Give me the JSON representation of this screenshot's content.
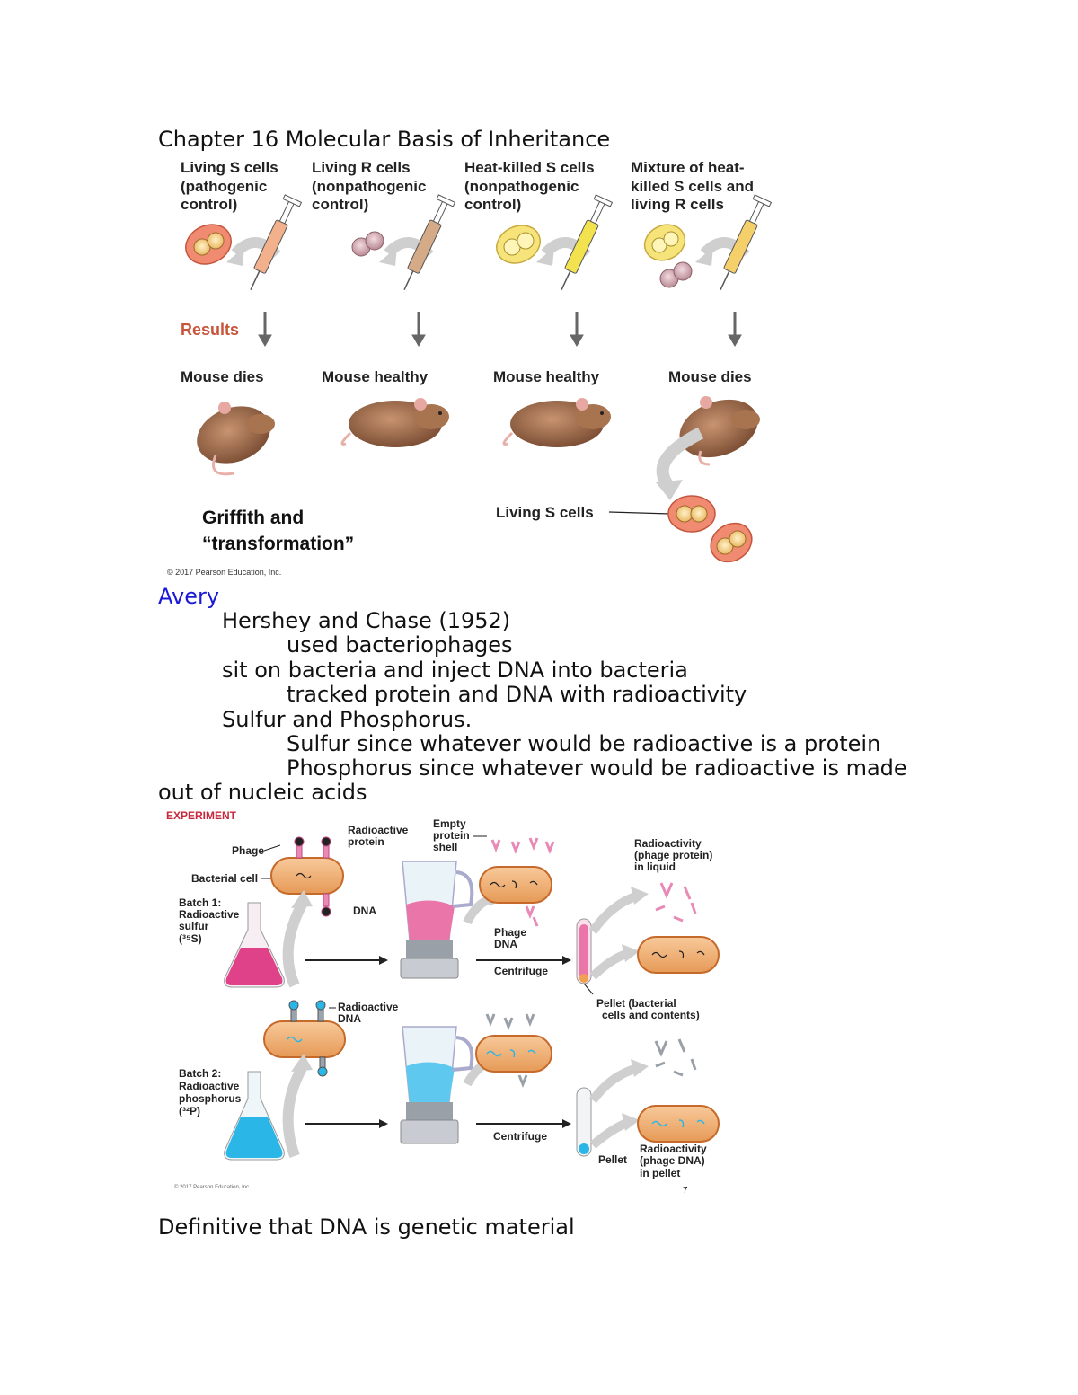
{
  "heading": "Chapter 16  Molecular Basis of Inheritance",
  "griffith": {
    "columns": [
      {
        "title_lines": [
          "Living S cells",
          "(pathogenic",
          "control)"
        ],
        "result": "Mouse dies"
      },
      {
        "title_lines": [
          "Living R cells",
          "(nonpathogenic",
          "control)"
        ],
        "result": "Mouse healthy"
      },
      {
        "title_lines": [
          "Heat-killed S cells",
          "(nonpathogenic",
          "control)"
        ],
        "result": "Mouse healthy"
      },
      {
        "title_lines": [
          "Mixture of heat-",
          "killed S cells and",
          "living R cells"
        ],
        "result": "Mouse dies"
      }
    ],
    "results_label": "Results",
    "living_s_label": "Living S cells",
    "caption_lines": [
      "Griffith and",
      "“transformation”"
    ],
    "copyright": "© 2017 Pearson Education, Inc."
  },
  "notes": {
    "avery": "Avery",
    "lines": [
      "Hershey and Chase (1952)",
      "used bacteriophages",
      "sit on bacteria and inject DNA into bacteria",
      "tracked protein and DNA with radioactivity",
      "Sulfur and Phosphorus.",
      "Sulfur since whatever would be radioactive is a protein",
      "Phosphorus since whatever would be radioactive is made",
      "out of nucleic acids"
    ]
  },
  "hershey": {
    "experiment": "EXPERIMENT",
    "phage": "Phage",
    "bacterial_cell": "Bacterial cell",
    "radioactive_protein": [
      "Radioactive",
      "protein"
    ],
    "dna": "DNA",
    "batch1": [
      "Batch 1:",
      "Radioactive",
      "sulfur",
      "(³⁵S)"
    ],
    "empty_shell": [
      "Empty",
      "protein",
      "shell"
    ],
    "phage_dna": [
      "Phage",
      "DNA"
    ],
    "centrifuge": "Centrifuge",
    "radioactivity_liquid": [
      "Radioactivity",
      "(phage protein)",
      "in liquid"
    ],
    "pellet_bacterial": [
      "Pellet (bacterial",
      "cells and contents)"
    ],
    "radioactive_dna": [
      "Radioactive",
      "DNA"
    ],
    "batch2": [
      "Batch 2:",
      "Radioactive",
      "phosphorus",
      "(³²P)"
    ],
    "pellet": "Pellet",
    "radioactivity_pellet": [
      "Radioactivity",
      "(phage DNA)",
      "in pellet"
    ],
    "copyright": "© 2017 Pearson Education, Inc.",
    "page_number": "7"
  },
  "conclusion": "Definitive that DNA is genetic material",
  "colors": {
    "avery": "#1a1ad6",
    "results": "#c8553a",
    "pink": "#e0428a",
    "blue": "#2bb6e8",
    "cell": "#f2a35b"
  }
}
